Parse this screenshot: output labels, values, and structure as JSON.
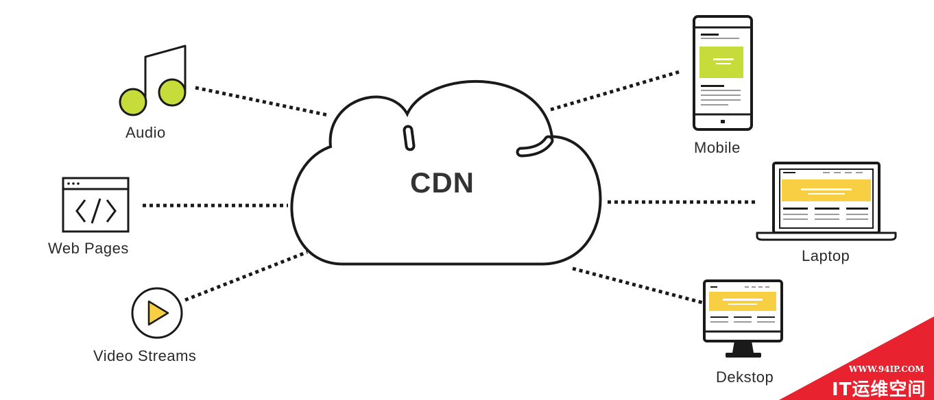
{
  "center": {
    "title": "CDN"
  },
  "sources": [
    {
      "label": "Audio",
      "icon": "music-note-icon"
    },
    {
      "label": "Web Pages",
      "icon": "code-window-icon"
    },
    {
      "label": "Video Streams",
      "icon": "play-circle-icon"
    }
  ],
  "devices": [
    {
      "label": "Mobile",
      "icon": "mobile-phone-icon"
    },
    {
      "label": "Laptop",
      "icon": "laptop-icon"
    },
    {
      "label": "Dekstop",
      "icon": "desktop-monitor-icon"
    }
  ],
  "watermark": {
    "url": "WWW.94IP.COM",
    "name": "IT运维空间"
  },
  "colors": {
    "accent_green": "#c5dc3a",
    "accent_yellow": "#f8cf43",
    "watermark_red": "#e8232f",
    "stroke": "#1a1a1a"
  }
}
